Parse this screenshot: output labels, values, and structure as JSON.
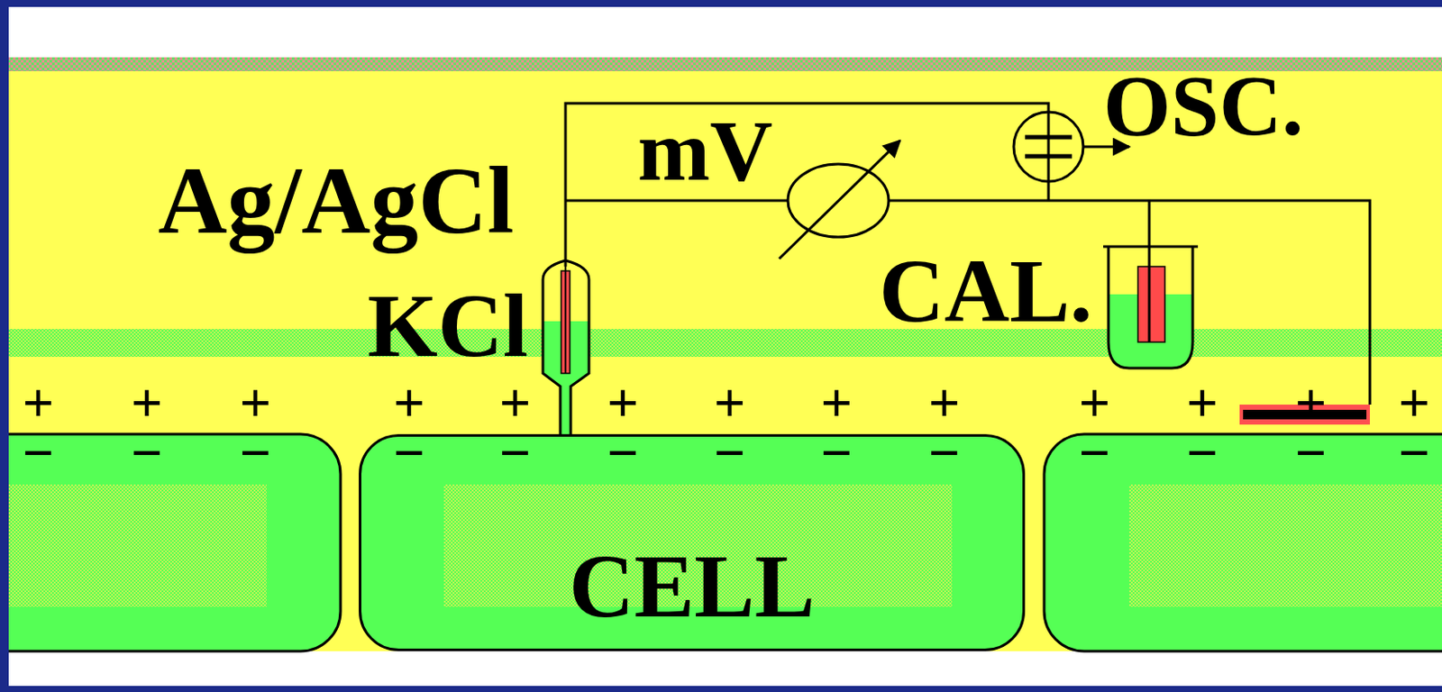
{
  "diagram": {
    "nodes": [
      {
        "text": [
          "CELL"
        ]
      }
    ],
    "labels": [
      "OSC.",
      "Ag/AgCl",
      "mV",
      "KCl",
      "CAL.",
      "+",
      "+",
      "+",
      "+",
      "+",
      "+",
      "+",
      "+",
      "+",
      "+",
      "+",
      "+",
      "+",
      "−",
      "−",
      "−",
      "−",
      "−",
      "−",
      "−",
      "−",
      "−",
      "−",
      "−",
      "−",
      "−"
    ]
  }
}
